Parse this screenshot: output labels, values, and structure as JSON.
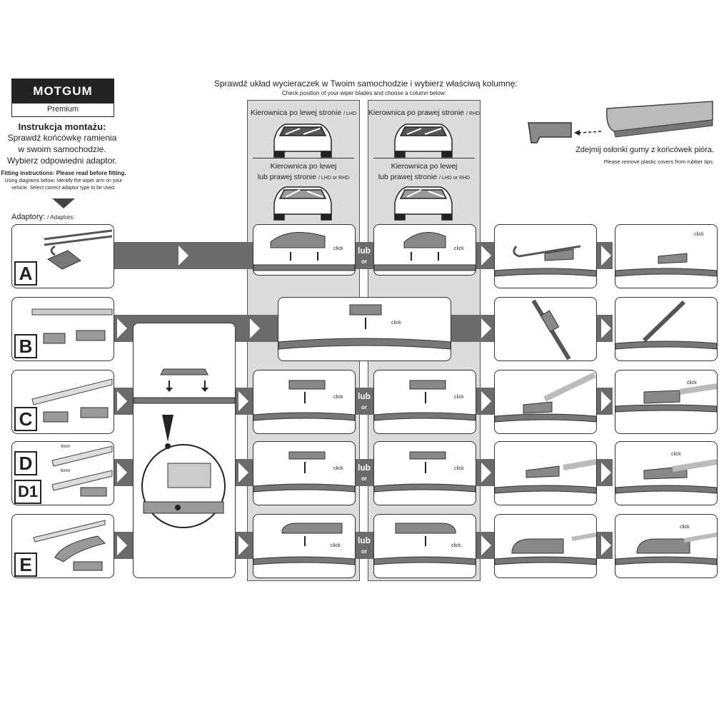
{
  "brand": {
    "name": "MOTGUM",
    "sub": "Premium"
  },
  "header": {
    "title_pl": "Sprawdź układ wycieraczek w Twoim samochodzie i wybierz właściwą kolumnę:",
    "title_en": "Check position of your wiper blades and choose a column below:"
  },
  "instructions": {
    "heading_pl": "Instrukcja montażu:",
    "line1_pl": "Sprawdź końcówkę ramienia",
    "line2_pl": "w swoim samochodzie.",
    "line3_pl": "Wybierz odpowiedni adaptor.",
    "heading_en": "Fitting instructions: Please read before fitting.",
    "line1_en": "Using diagrams below: Identify the wiper arm on your",
    "line2_en": "vehicle. Select correct adaptor type to be used."
  },
  "columns": {
    "lhd_pl": "Kierownica po lewej stronie",
    "lhd_en": "/ LHD",
    "rhd_pl": "Kierownica po prawej stronie",
    "rhd_en": "/ RHD",
    "both1_pl": "Kierownica po lewej",
    "both2_pl": "lub prawej stronie",
    "both_en": "/ LHD or RHD"
  },
  "covers": {
    "pl": "Zdejmij osłonki gumy z końcówek pióra.",
    "en": "Please remove plastic covers from rubber tips."
  },
  "adaptors_label": {
    "pl": "Adaptory:",
    "en": "/ Adaptors:"
  },
  "rows": [
    {
      "letter": "A"
    },
    {
      "letter": "B"
    },
    {
      "letter": "C"
    },
    {
      "letter": "D",
      "letter2": "D1",
      "size1": "9mm",
      "size2": "6mm"
    },
    {
      "letter": "E"
    }
  ],
  "click_label": "click",
  "lub": "lub",
  "or": "or",
  "colors": {
    "column_bg": "#dcdcdc",
    "bar": "#6b6b6b",
    "border": "#333333"
  }
}
